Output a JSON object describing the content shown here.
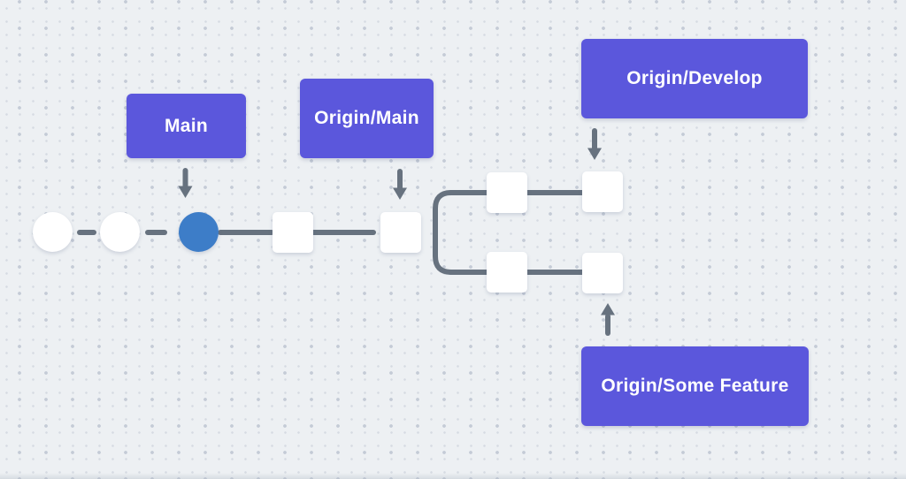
{
  "diagram": {
    "type": "git-branch-diagram",
    "branch_labels": [
      {
        "id": "main",
        "label": "Main"
      },
      {
        "id": "origin-main",
        "label": "Origin/Main"
      },
      {
        "id": "origin-develop",
        "label": "Origin/Develop"
      },
      {
        "id": "origin-some-feature",
        "label": "Origin/Some Feature"
      }
    ],
    "nodes": {
      "main_line": [
        "commit-circle",
        "commit-circle",
        "head-commit-circle",
        "commit-square",
        "commit-square"
      ],
      "top_branch": [
        "commit-square",
        "commit-square"
      ],
      "bottom_branch": [
        "commit-square",
        "commit-square"
      ]
    },
    "pointers": [
      {
        "from": "Main",
        "to": "head-commit-circle",
        "direction": "down"
      },
      {
        "from": "Origin/Main",
        "to": "main-line-square-2",
        "direction": "down"
      },
      {
        "from": "Origin/Develop",
        "to": "top-branch-square-2",
        "direction": "down"
      },
      {
        "from": "Origin/Some Feature",
        "to": "bottom-branch-square-2",
        "direction": "up"
      }
    ]
  },
  "theme": {
    "canvas_bg": "#edf0f3",
    "dot_faint": "#d6dbe2",
    "dot_strong": "#c4cbd6",
    "label_bg": "#5b57dc",
    "label_text": "#ffffff",
    "connector": "#67727f",
    "commit_white": "#ffffff",
    "commit_head_blue": "#3d7dc8"
  }
}
